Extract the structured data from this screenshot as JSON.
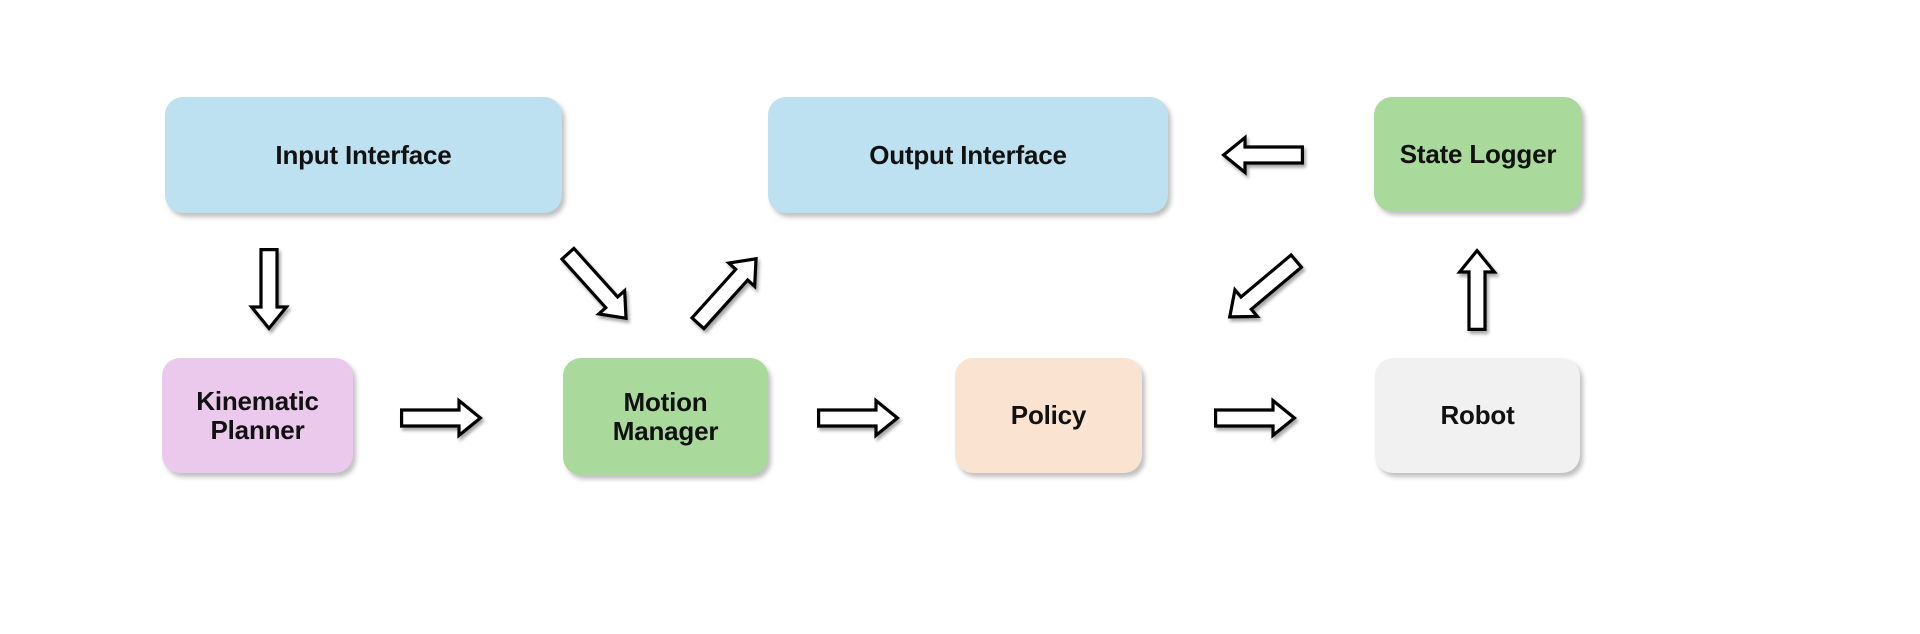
{
  "diagram": {
    "background_color": "#ffffff",
    "text_color": "#111111",
    "arrow_style": {
      "fill": "#ffffff",
      "stroke": "#000000"
    },
    "nodes": [
      {
        "id": "input-interface",
        "label": "Input Interface",
        "fill": "#BDE1F0"
      },
      {
        "id": "output-interface",
        "label": "Output Interface",
        "fill": "#BDE1F0"
      },
      {
        "id": "state-logger",
        "label": "State Logger",
        "fill": "#A9DA9B"
      },
      {
        "id": "kinematic-planner",
        "label": "Kinematic Planner",
        "fill": "#EBC9EC"
      },
      {
        "id": "motion-manager",
        "label": "Motion Manager",
        "fill": "#A9DA9B"
      },
      {
        "id": "policy",
        "label": "Policy",
        "fill": "#FBE3D2"
      },
      {
        "id": "robot",
        "label": "Robot",
        "fill": "#F1F1F1"
      }
    ],
    "edges": [
      {
        "from": "Input Interface",
        "to": "Kinematic Planner",
        "direction": "down"
      },
      {
        "from": "Kinematic Planner",
        "to": "Motion Manager",
        "direction": "right"
      },
      {
        "from": "Input Interface",
        "to": "Motion Manager",
        "direction": "down-right"
      },
      {
        "from": "Motion Manager",
        "to": "Output Interface",
        "direction": "up-right"
      },
      {
        "from": "Motion Manager",
        "to": "Policy",
        "direction": "right"
      },
      {
        "from": "Policy",
        "to": "Robot",
        "direction": "right"
      },
      {
        "from": "Robot",
        "to": "State Logger",
        "direction": "up"
      },
      {
        "from": "State Logger",
        "to": "Output Interface",
        "direction": "left"
      },
      {
        "from": "State Logger",
        "to": "Policy",
        "direction": "down-left"
      }
    ]
  }
}
